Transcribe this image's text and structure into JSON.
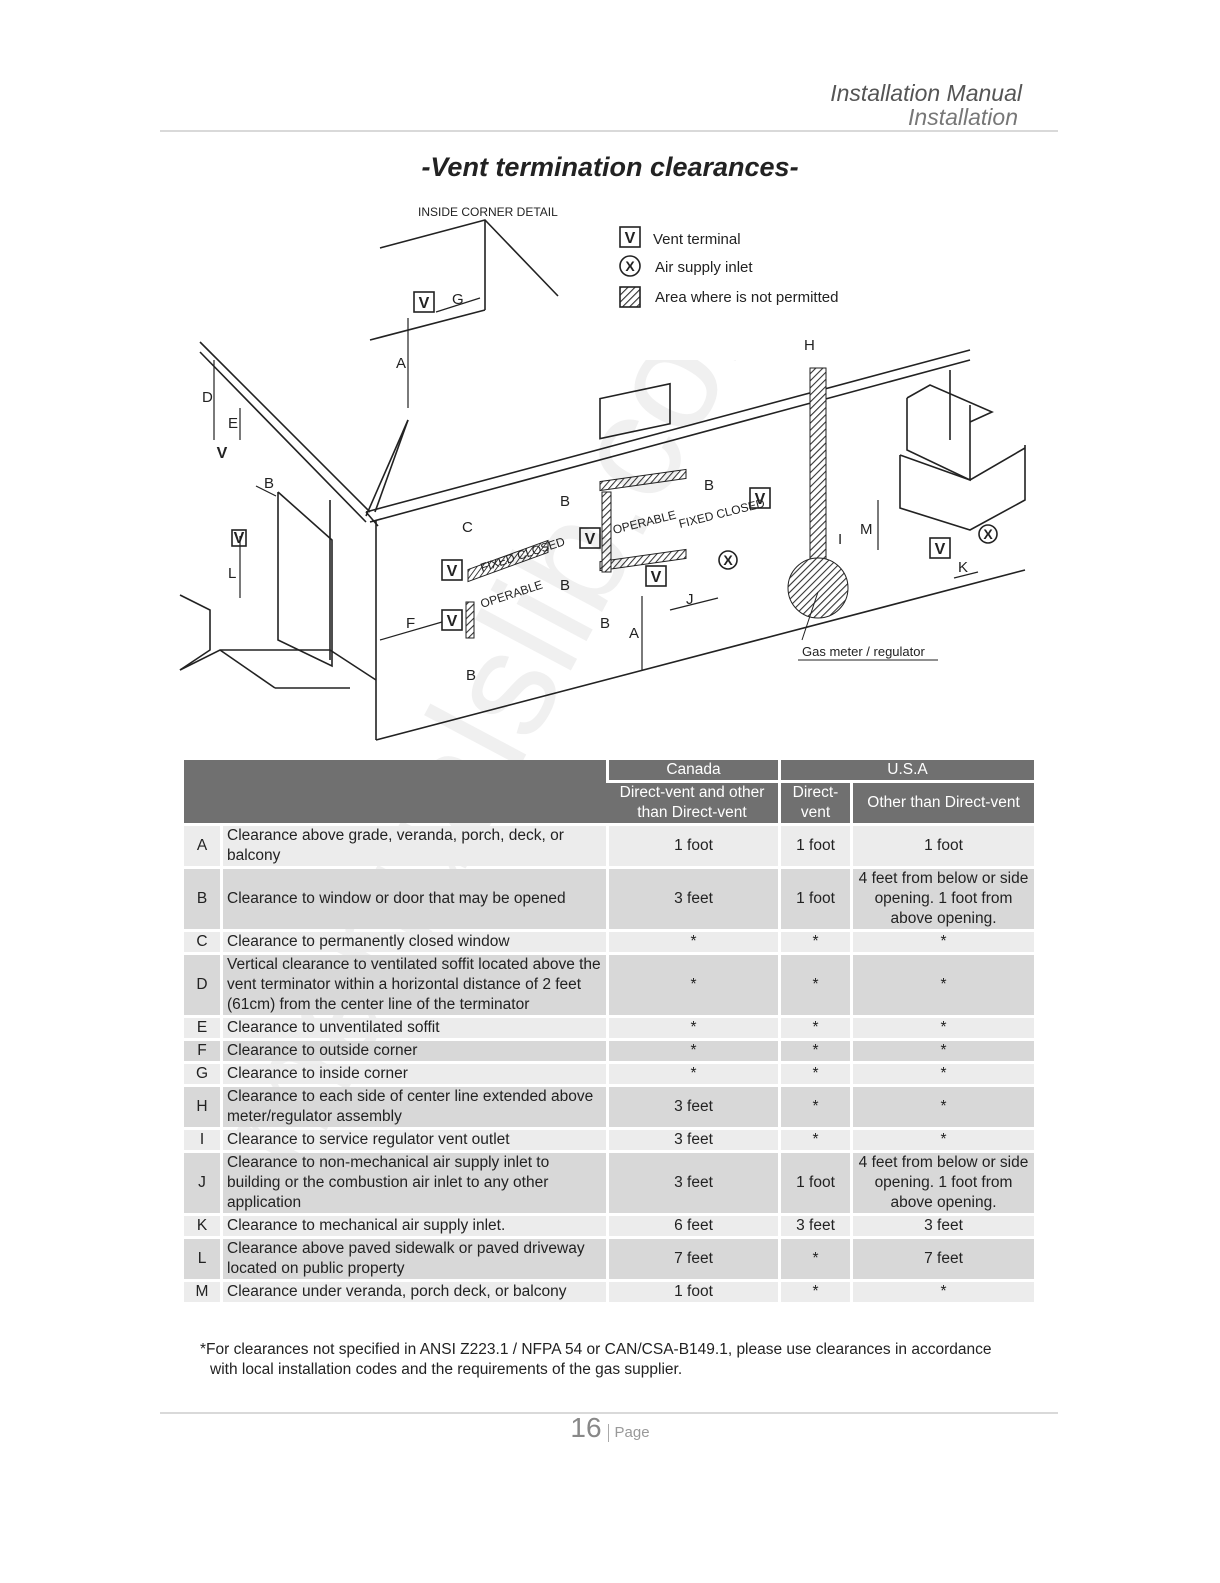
{
  "header": {
    "title": "Installation Manual",
    "subtitle": "Installation"
  },
  "page_title": "-Vent termination clearances-",
  "diagram": {
    "inside_corner": "INSIDE CORNER DETAIL",
    "legend": [
      {
        "symbol": "V",
        "label": "Vent terminal"
      },
      {
        "symbol": "X",
        "label": "Air supply inlet"
      },
      {
        "symbol": "hatch",
        "label": "Area where is not permitted"
      }
    ],
    "gas_meter": "Gas meter / regulator",
    "fixed_closed": "FIXED CLOSED",
    "operable": "OPERABLE",
    "letters": [
      "A",
      "B",
      "C",
      "D",
      "E",
      "F",
      "G",
      "H",
      "I",
      "J",
      "K",
      "L",
      "M"
    ]
  },
  "table": {
    "headers": {
      "canada": "Canada",
      "usa": "U.S.A",
      "canada_sub": "Direct-vent and other than Direct-vent",
      "usa_direct": "Direct-vent",
      "usa_other": "Other than Direct-vent"
    },
    "rows": [
      {
        "id": "A",
        "desc": "Clearance above grade, veranda, porch, deck, or balcony",
        "canada": "1 foot",
        "usa_direct": "1 foot",
        "usa_other": "1 foot"
      },
      {
        "id": "B",
        "desc": "Clearance to window or door that may be opened",
        "canada": "3 feet",
        "usa_direct": "1 foot",
        "usa_other": "4 feet from below or side opening. 1 foot from above opening."
      },
      {
        "id": "C",
        "desc": "Clearance to permanently closed window",
        "canada": "*",
        "usa_direct": "*",
        "usa_other": "*"
      },
      {
        "id": "D",
        "desc": "Vertical clearance to ventilated soffit located above the vent terminator within a horizontal distance of 2 feet (61cm) from the center line of the terminator",
        "canada": "*",
        "usa_direct": "*",
        "usa_other": "*"
      },
      {
        "id": "E",
        "desc": "Clearance to unventilated soffit",
        "canada": "*",
        "usa_direct": "*",
        "usa_other": "*"
      },
      {
        "id": "F",
        "desc": "Clearance to outside corner",
        "canada": "*",
        "usa_direct": "*",
        "usa_other": "*"
      },
      {
        "id": "G",
        "desc": "Clearance to inside corner",
        "canada": "*",
        "usa_direct": "*",
        "usa_other": "*"
      },
      {
        "id": "H",
        "desc": "Clearance to each side of center line extended above meter/regulator assembly",
        "canada": "3 feet",
        "usa_direct": "*",
        "usa_other": "*"
      },
      {
        "id": "I",
        "desc": "Clearance to service regulator vent outlet",
        "canada": "3 feet",
        "usa_direct": "*",
        "usa_other": "*"
      },
      {
        "id": "J",
        "desc": "Clearance to non-mechanical air supply inlet to building or the combustion air inlet to any other application",
        "canada": "3 feet",
        "usa_direct": "1 foot",
        "usa_other": "4 feet from below or side opening. 1 foot from above opening."
      },
      {
        "id": "K",
        "desc": "Clearance to mechanical air supply inlet.",
        "canada": "6 feet",
        "usa_direct": "3 feet",
        "usa_other": "3 feet"
      },
      {
        "id": "L",
        "desc": "Clearance above paved sidewalk or paved driveway located on public property",
        "canada": "7 feet",
        "usa_direct": "*",
        "usa_other": "7 feet"
      },
      {
        "id": "M",
        "desc": "Clearance under veranda, porch deck, or balcony",
        "canada": "1 foot",
        "usa_direct": "*",
        "usa_other": "*"
      }
    ]
  },
  "footnote": {
    "line1": "*For clearances not specified in ANSI Z223.1 / NFPA 54 or CAN/CSA-B149.1, please use clearances in accordance",
    "line2": "with local installation codes and the requirements of the gas supplier."
  },
  "footer": {
    "page_number": "16",
    "page_word": "Page"
  },
  "watermark": "manualslib.com"
}
